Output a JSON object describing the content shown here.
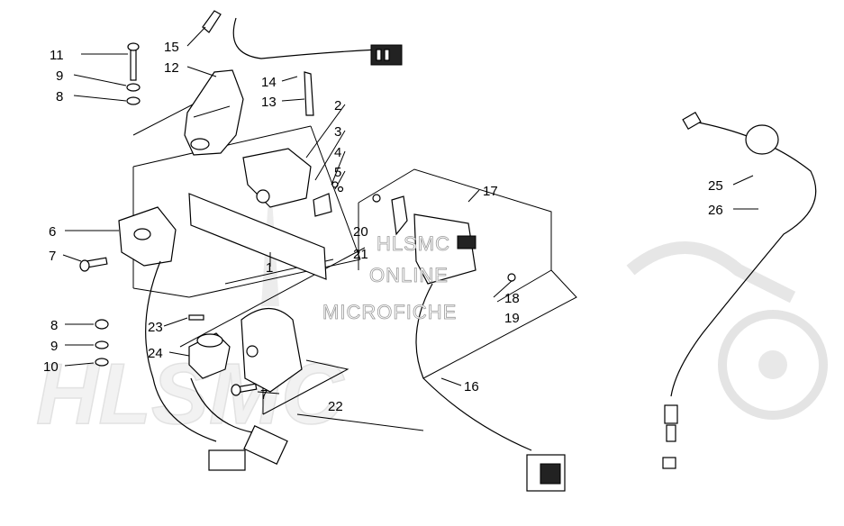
{
  "watermark": {
    "lines": [
      "HLSMC",
      "ONLINE",
      "MICROFICHE"
    ],
    "logo_text": "HLSMC"
  },
  "callouts": [
    {
      "id": "11",
      "text": "11"
    },
    {
      "id": "9a",
      "text": "9"
    },
    {
      "id": "8a",
      "text": "8"
    },
    {
      "id": "15",
      "text": "15"
    },
    {
      "id": "12",
      "text": "12"
    },
    {
      "id": "14",
      "text": "14"
    },
    {
      "id": "13",
      "text": "13"
    },
    {
      "id": "2",
      "text": "2"
    },
    {
      "id": "3",
      "text": "3"
    },
    {
      "id": "4",
      "text": "4"
    },
    {
      "id": "5",
      "text": "5"
    },
    {
      "id": "6",
      "text": "6"
    },
    {
      "id": "7a",
      "text": "7"
    },
    {
      "id": "1",
      "text": "1"
    },
    {
      "id": "17",
      "text": "17"
    },
    {
      "id": "20",
      "text": "20"
    },
    {
      "id": "21",
      "text": "21"
    },
    {
      "id": "18",
      "text": "18"
    },
    {
      "id": "19",
      "text": "19"
    },
    {
      "id": "8b",
      "text": "8"
    },
    {
      "id": "9b",
      "text": "9"
    },
    {
      "id": "10",
      "text": "10"
    },
    {
      "id": "23",
      "text": "23"
    },
    {
      "id": "24",
      "text": "24"
    },
    {
      "id": "7b",
      "text": "7"
    },
    {
      "id": "22",
      "text": "22"
    },
    {
      "id": "16",
      "text": "16"
    },
    {
      "id": "25",
      "text": "25"
    },
    {
      "id": "26",
      "text": "26"
    }
  ]
}
